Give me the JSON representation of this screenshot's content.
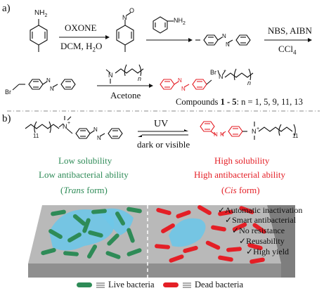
{
  "panel_a": {
    "label": "a)",
    "nh2_top": "NH",
    "nh2_sub": "2",
    "reagent1_top": "OXONE",
    "reagent1_bottom": "DCM, H",
    "reagent1_bottom_sub": "2",
    "reagent1_bottom_end": "O",
    "nitroso_o": "O",
    "nitroso_n": "N",
    "aniline_nh2": "NH",
    "aniline_sub": "2",
    "azo_n1": "N",
    "azo_n2": "N",
    "reagent3_top": "NBS, AIBN",
    "reagent3_bottom": "CCl",
    "reagent3_bottom_sub": "4",
    "br_left": "Br",
    "amine_n": "N",
    "amine_sub_n": "n",
    "reagent4_bottom": "Acetone",
    "product_br": "Br",
    "product_n": "N",
    "product_plus": "+",
    "product_sub_n": "n",
    "compounds_label": "Compounds ",
    "compounds_range": "1 - 5",
    "compounds_tail": ":  n = 1, 5, 9, 11, 13"
  },
  "panel_b": {
    "label": "b)",
    "left_eleven": "11",
    "left_n": "N",
    "left_plus": "+",
    "uv": "UV",
    "dark": "dark or visible",
    "right_n": "N",
    "right_plus": "+",
    "right_eleven": "11",
    "left_line1": "Low solubility",
    "left_line2": "Low antibacterial ability",
    "left_line3_open": "(",
    "left_line3_italic": "Trans",
    "left_line3_close": " form)",
    "right_line1": "High solubility",
    "right_line2": "High antibacterial ability",
    "right_line3_open": "(",
    "right_line3_italic": "Cis",
    "right_line3_close": " form)"
  },
  "checklist": [
    "Automatic inactivation",
    "Smart antibacterial",
    "No resistance",
    "Reusability",
    "High yield"
  ],
  "legend": {
    "live": "Live bacteria",
    "dead": "Dead bacteria"
  },
  "colors": {
    "green": "#2e8b57",
    "red": "#e41f26",
    "blue": "#6ec6e8",
    "slab_top": "#b9b9b9",
    "slab_side": "#8f8f8f"
  }
}
